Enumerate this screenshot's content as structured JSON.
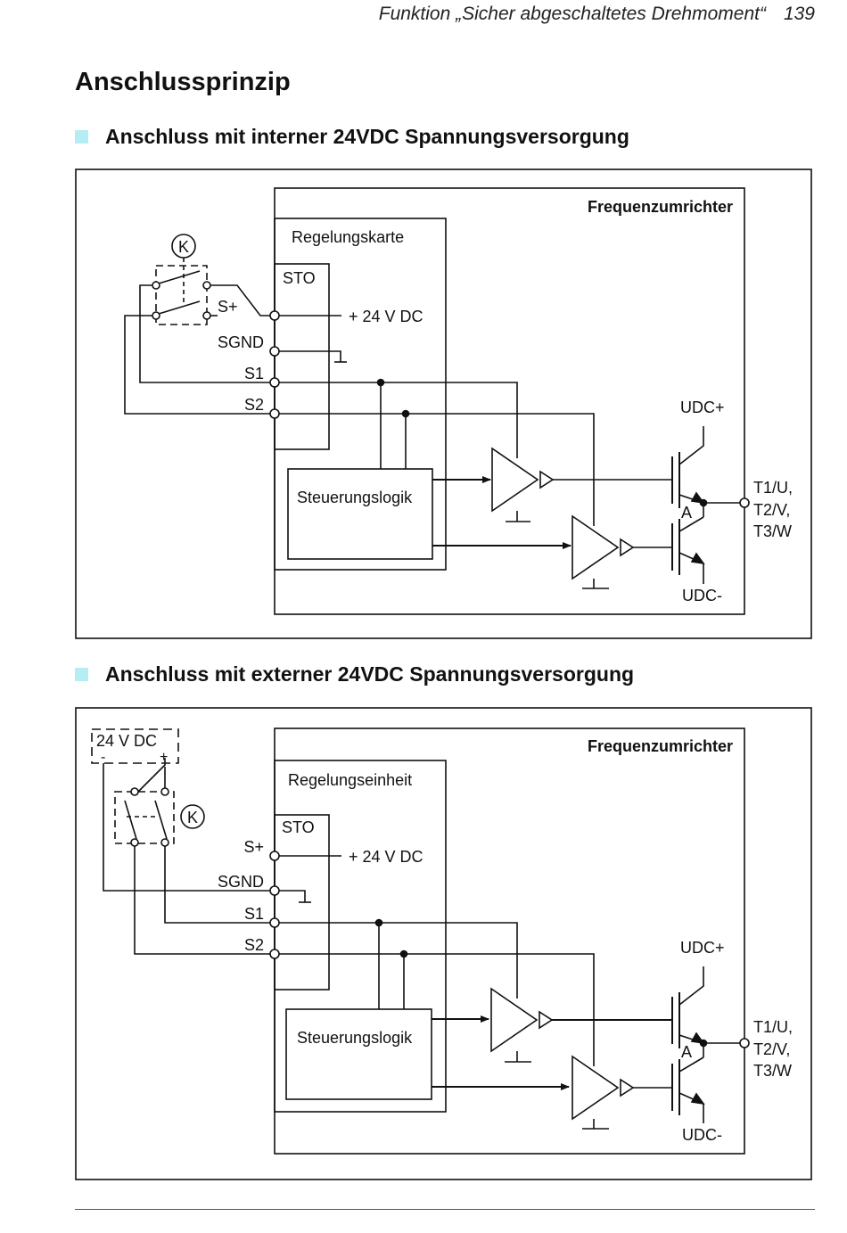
{
  "header": {
    "running_title": "Funktion „Sicher abgeschaltetes Drehmoment“",
    "page_number": "139"
  },
  "page_title": "Anschlussprinzip",
  "sections": [
    {
      "heading": "Anschluss mit interner 24VDC Spannungsversorgung",
      "diagram": {
        "drive_label": "Frequenzumrichter",
        "board_label": "Regelungskarte",
        "sto_label": "STO",
        "relay_label": "K",
        "supply_label": "+ 24 V DC",
        "terminals": [
          "S+",
          "SGND",
          "S1",
          "S2"
        ],
        "logic_label": "Steuerungslogik",
        "udc_plus": "UDC+",
        "udc_minus": "UDC-",
        "node_label": "A",
        "output_labels": [
          "T1/U,",
          "T2/V,",
          "T3/W"
        ]
      }
    },
    {
      "heading": "Anschluss mit externer 24VDC Spannungsversorgung",
      "diagram": {
        "drive_label": "Frequenzumrichter",
        "board_label": "Regelungseinheit",
        "sto_label": "STO",
        "relay_label": "K",
        "supply_label": "+ 24 V DC",
        "ext_supply_label": "24 V DC",
        "ext_minus": "-",
        "ext_plus": "+",
        "terminals": [
          "S+",
          "SGND",
          "S1",
          "S2"
        ],
        "logic_label": "Steuerungslogik",
        "udc_plus": "UDC+",
        "udc_minus": "UDC-",
        "node_label": "A",
        "output_labels": [
          "T1/U,",
          "T2/V,",
          "T3/W"
        ]
      }
    }
  ]
}
